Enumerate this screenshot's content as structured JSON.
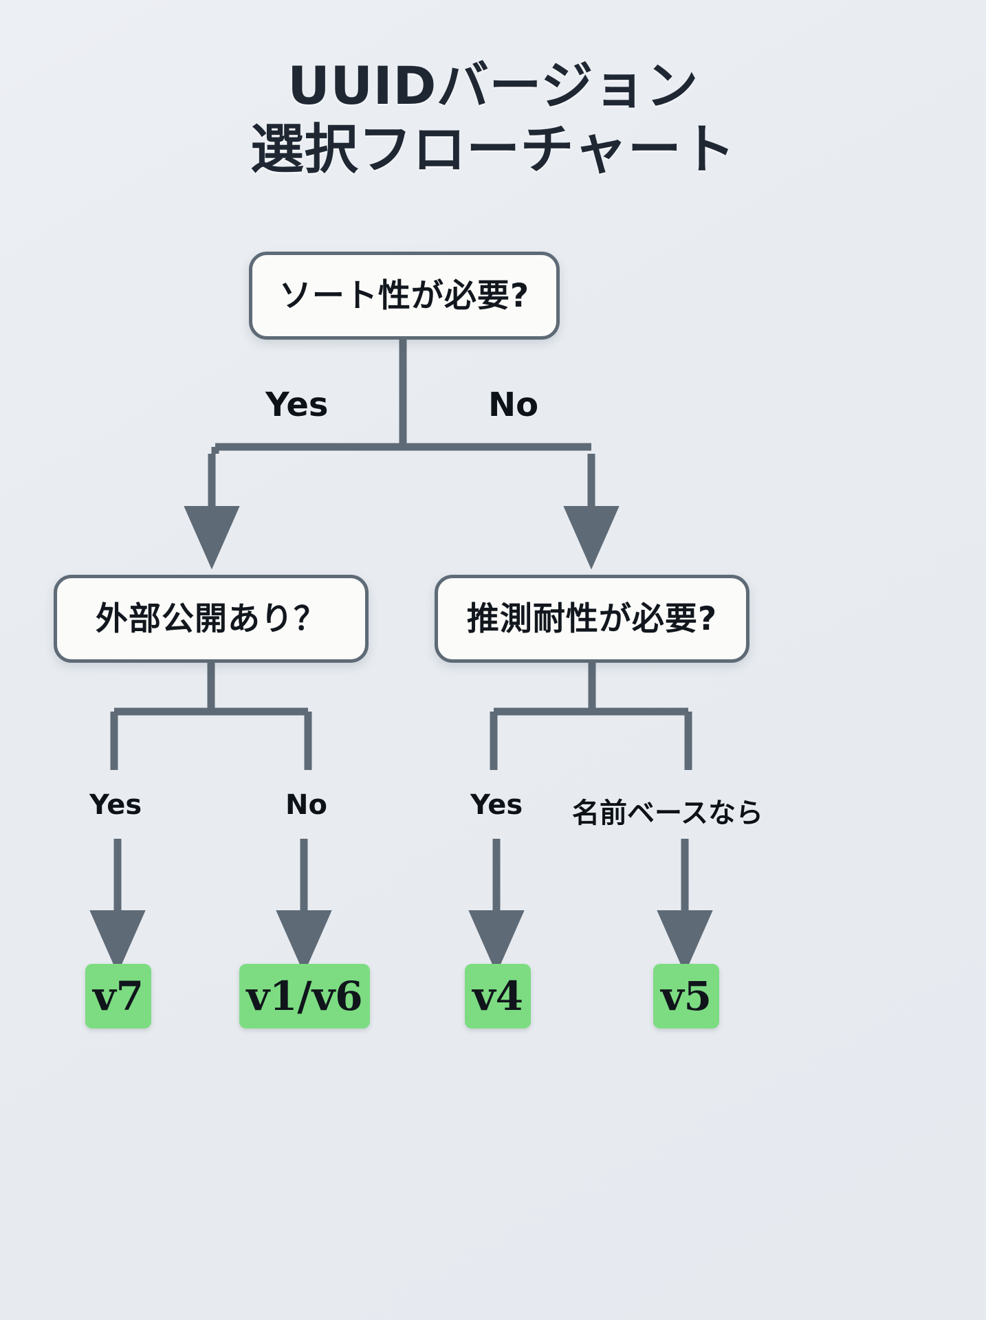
{
  "title": {
    "line1": "UUIDバージョン",
    "line2": "選択フローチャート"
  },
  "colors": {
    "background": "#eceff3",
    "box_fill": "#fbfbf9",
    "box_border": "#5e6a76",
    "connector": "#5e6a76",
    "terminal_fill": "#7ddc82",
    "text": "#12171e"
  },
  "chart_data": {
    "type": "diagram",
    "diagram_type": "flowchart",
    "title": "UUIDバージョン 選択フローチャート",
    "nodes": [
      {
        "id": "root",
        "kind": "decision",
        "label": "ソート性が必要?"
      },
      {
        "id": "left",
        "kind": "decision",
        "label": "外部公開あり？"
      },
      {
        "id": "right",
        "kind": "decision",
        "label": "推測耐性が必要?"
      },
      {
        "id": "v7",
        "kind": "terminal",
        "label": "v7"
      },
      {
        "id": "v1v6",
        "kind": "terminal",
        "label": "v1/v6"
      },
      {
        "id": "v4",
        "kind": "terminal",
        "label": "v4"
      },
      {
        "id": "v5",
        "kind": "terminal",
        "label": "v5"
      }
    ],
    "edges": [
      {
        "from": "root",
        "to": "left",
        "label": "Yes"
      },
      {
        "from": "root",
        "to": "right",
        "label": "No"
      },
      {
        "from": "left",
        "to": "v7",
        "label": "Yes"
      },
      {
        "from": "left",
        "to": "v1v6",
        "label": "No"
      },
      {
        "from": "right",
        "to": "v4",
        "label": "Yes"
      },
      {
        "from": "right",
        "to": "v5",
        "label": "名前ベースなら"
      }
    ]
  },
  "nodes": {
    "root": "ソート性が必要?",
    "left": "外部公開あり？",
    "right": "推測耐性が必要?"
  },
  "terminals": [
    {
      "label": "v7"
    },
    {
      "label": "v1/v6"
    },
    {
      "label": "v4"
    },
    {
      "label": "v5"
    }
  ],
  "edge_labels": {
    "root_yes": "Yes",
    "root_no": "No",
    "left_yes": "Yes",
    "left_no": "No",
    "right_yes": "Yes",
    "right_name": "名前ベースなら"
  }
}
